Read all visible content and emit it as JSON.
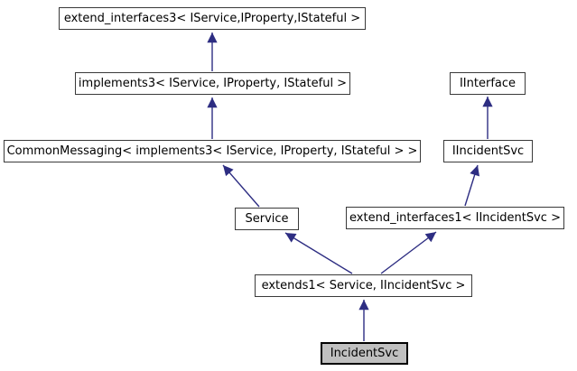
{
  "diagram": {
    "type": "class-inheritance-graph",
    "colors": {
      "background": "#ffffff",
      "arrow": "#2d2d82",
      "node_fill": "#ffffff",
      "node_border": "#3a3a3a",
      "current_node_fill": "#c0c0c0",
      "current_node_border": "#000000",
      "text": "#000000"
    },
    "nodes": [
      {
        "id": "extend_interfaces3",
        "label": "extend_interfaces3< IService,IProperty,IStateful >",
        "current": false
      },
      {
        "id": "implements3",
        "label": "implements3< IService, IProperty, IStateful >",
        "current": false
      },
      {
        "id": "CommonMessaging",
        "label": "CommonMessaging< implements3< IService, IProperty, IStateful > >",
        "current": false
      },
      {
        "id": "IInterface",
        "label": "IInterface",
        "current": false
      },
      {
        "id": "IIncidentSvc",
        "label": "IIncidentSvc",
        "current": false
      },
      {
        "id": "Service",
        "label": "Service",
        "current": false
      },
      {
        "id": "extend_interfaces1",
        "label": "extend_interfaces1< IIncidentSvc >",
        "current": false
      },
      {
        "id": "extends1",
        "label": "extends1< Service, IIncidentSvc >",
        "current": false
      },
      {
        "id": "IncidentSvc",
        "label": "IncidentSvc",
        "current": true
      }
    ],
    "edges": [
      {
        "from": "implements3",
        "to": "extend_interfaces3"
      },
      {
        "from": "CommonMessaging",
        "to": "implements3"
      },
      {
        "from": "Service",
        "to": "CommonMessaging"
      },
      {
        "from": "IIncidentSvc",
        "to": "IInterface"
      },
      {
        "from": "extend_interfaces1",
        "to": "IIncidentSvc"
      },
      {
        "from": "extends1",
        "to": "Service"
      },
      {
        "from": "extends1",
        "to": "extend_interfaces1"
      },
      {
        "from": "IncidentSvc",
        "to": "extends1"
      }
    ]
  }
}
